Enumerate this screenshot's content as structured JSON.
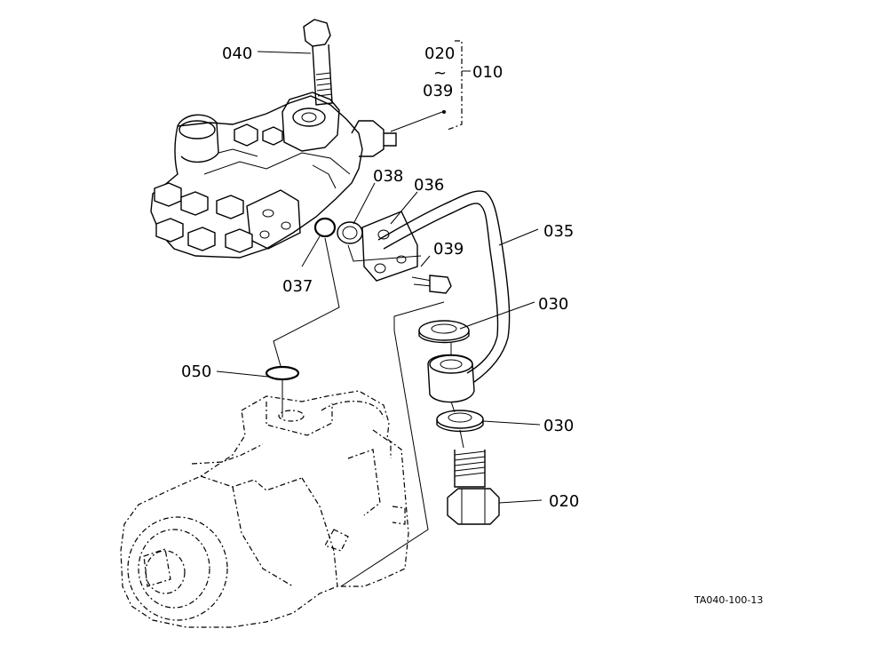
{
  "labels": {
    "p040": "040",
    "p020_top": "020",
    "tilde": "~",
    "p039_top": "039",
    "p010": "010",
    "p038": "038",
    "p036": "036",
    "p035": "035",
    "p039": "039",
    "p037": "037",
    "p030_a": "030",
    "p050": "050",
    "p030_b": "030",
    "p020": "020"
  },
  "drawing_code": "TA040-100-13"
}
